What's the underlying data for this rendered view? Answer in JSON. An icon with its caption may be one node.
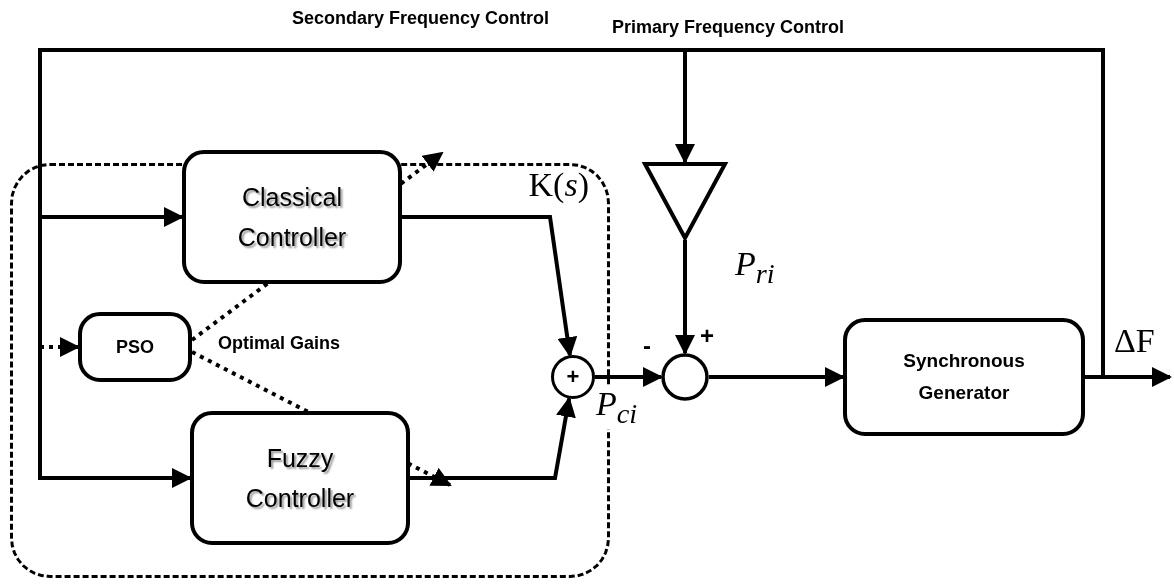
{
  "diagram": {
    "nodes": [
      {
        "text": [
          "K(*s*)"
        ]
      },
      {
        "text": [
          "Classical Controller"
        ],
        "in": 0
      },
      {
        "text": [
          "PSO"
        ],
        "in": 0
      },
      {
        "text": [
          "Fuzzy Controller"
        ],
        "in": 0
      },
      {
        "text": [
          "+"
        ],
        "in": 0
      },
      {
        "text": [],
        "shape": "triangle",
        "beside": [
          "P$_{ri}$"
        ]
      },
      {
        "text": [],
        "shape": "circle",
        "beside": [
          "-",
          "+"
        ]
      },
      {
        "text": [
          "Synchronous Generator"
        ]
      }
    ],
    "edges": [
      {
        "from": 7,
        "to": 1,
        "arrow": "to"
      },
      {
        "from": 7,
        "to": 3,
        "arrow": "to"
      },
      {
        "from": 7,
        "to": 5,
        "arrow": "to"
      },
      {
        "from": 7,
        "to": null,
        "arrow": "to",
        "label": "ΔF"
      },
      {
        "from": null,
        "to": 2,
        "arrow": "to",
        "style": "dashed"
      },
      {
        "from": 2,
        "to": null,
        "arrow": "to",
        "style": "dashed"
      },
      {
        "from": 2,
        "to": null,
        "arrow": "to",
        "style": "dashed"
      },
      {
        "from": 1,
        "to": 4,
        "arrow": "to"
      },
      {
        "from": 3,
        "to": 4,
        "arrow": "to"
      },
      {
        "from": 4,
        "to": 6,
        "arrow": "to",
        "label": "P$_{ci}$"
      },
      {
        "from": 5,
        "to": 6,
        "arrow": "to"
      },
      {
        "from": 6,
        "to": 7,
        "arrow": "to"
      }
    ],
    "labels": [
      "Secondary Frequency Control",
      "Primary Frequency Control",
      "Optimal Gains"
    ]
  }
}
